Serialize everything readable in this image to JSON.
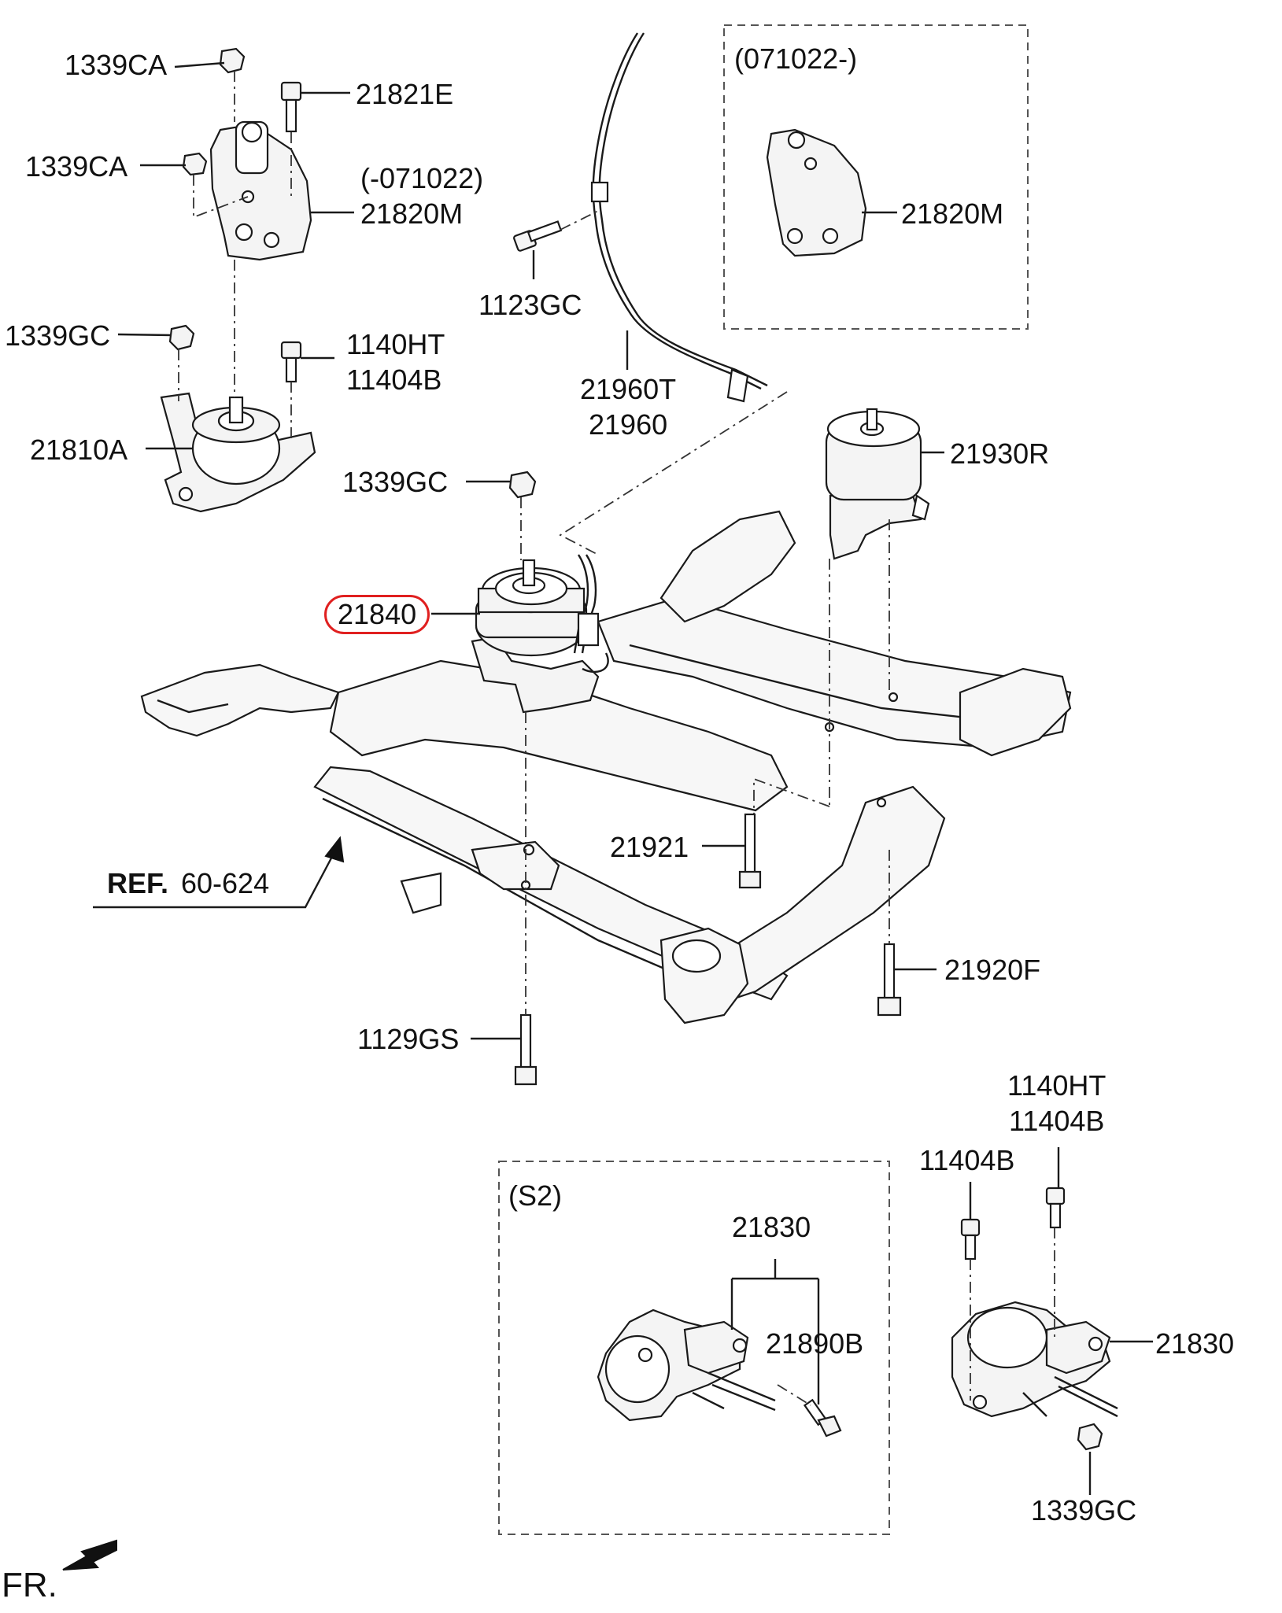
{
  "labels": {
    "l1339CA_top": "1339CA",
    "l21821E": "21821E",
    "l1339CA_mid": "1339CA",
    "l071022_before": "(-071022)",
    "l21820M_left": "21820M",
    "l1339GC_left": "1339GC",
    "l1140HT_top": "1140HT",
    "l11404B_top": "11404B",
    "l21810A": "21810A",
    "l1123GC": "1123GC",
    "l21960T": "21960T",
    "l21960": "21960",
    "l071022_after": "(071022-)",
    "l21820M_right": "21820M",
    "l21930R": "21930R",
    "l1339GC_center": "1339GC",
    "l21840": "21840",
    "l21921": "21921",
    "ref_prefix": "REF.",
    "ref_number": "60-624",
    "l21920F": "21920F",
    "l1129GS": "1129GS",
    "l1140HT_bottom": "1140HT",
    "l11404B_bottom_a": "11404B",
    "l11404B_bottom_b": "11404B",
    "s2": "(S2)",
    "l21830_box": "21830",
    "l21890B": "21890B",
    "l21830_right": "21830",
    "l1339GC_bottom": "1339GC",
    "fr": "FR."
  },
  "colors": {
    "line": "#1a1a1a",
    "highlight": "#e02020",
    "background": "#ffffff"
  }
}
